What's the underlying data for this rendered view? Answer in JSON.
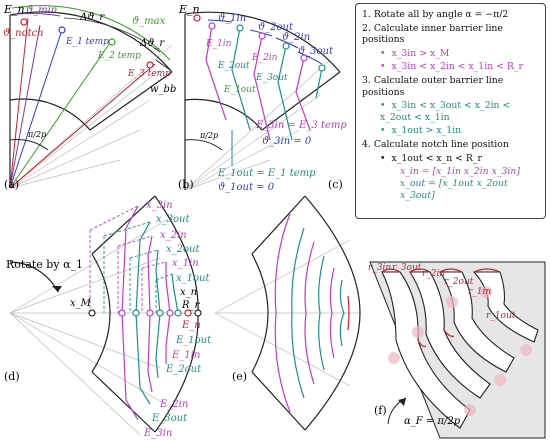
{
  "panels": {
    "a": {
      "label": "(a)",
      "annotations": [
        "E_n",
        "ϑ_min",
        "Δϑ_r",
        "ϑ_max",
        "Δϑ_r",
        "ϑ_notch",
        "E_1 temp",
        "E_2 temp",
        "E_3 temp",
        "w_bb",
        "π/2p"
      ]
    },
    "b": {
      "label": "(b)",
      "annotations": [
        "E_n",
        "ϑ_1in",
        "ϑ_2out",
        "ϑ_2in",
        "ϑ_3out",
        "E_1in",
        "E_2in",
        "E_2out",
        "E_3out",
        "E_1out",
        "π/2p"
      ]
    },
    "c": {
      "label": "(c)",
      "annotations": [
        "E_3in = E_3 temp",
        "ϑ_3in = 0",
        "E_1out = E_1 temp",
        "ϑ_1out = 0"
      ]
    },
    "d": {
      "label": "(d)",
      "rotate": "Rotate by α_1",
      "annotations": [
        "x_3in",
        "x_3out",
        "x_2in",
        "x_2out",
        "x_1in",
        "x_1out",
        "x_n",
        "R_r",
        "x_M",
        "E_n",
        "E_1out",
        "E_1in",
        "E_2out",
        "E_2in",
        "E_3out",
        "E_3in"
      ]
    },
    "e": {
      "label": "(e)"
    },
    "f": {
      "label": "(f)",
      "annotations": [
        "r_3in",
        "r_3out",
        "r_2in",
        "r_2out",
        "r_1in",
        "r_1out",
        "α_F = π/2p"
      ]
    }
  },
  "steps": [
    {
      "text": "1.  Rotate all by angle α = −π/2"
    },
    {
      "text": "2.  Calculate inner barrier line positions",
      "subs": [
        {
          "text": "x_3in > x_M"
        },
        {
          "text": "x_3in < x_2in < x_1in < R_r"
        }
      ]
    },
    {
      "text": "3.  Calculate outer barrier line positions",
      "subs": [
        {
          "text": "x_3in < x_3out < x_2in < x_2out < x_1in"
        },
        {
          "text": "x_1out > x_1in"
        }
      ]
    },
    {
      "text": "4.  Calculate notch line position",
      "subs": [
        {
          "text": "x_1out < x_n < R_r"
        }
      ]
    }
  ],
  "vectors": {
    "xin": "x_in = [x_1in   x_2in   x_3in]",
    "xout": "x_out = [x_1out   x_2out   x_3out]"
  },
  "colors": {
    "purple": "#c23ac8",
    "teal": "#1f8f8a",
    "green": "#3a9b2c",
    "red": "#c8202a",
    "blue": "#2f3bd6",
    "gray": "#e6e6e6"
  }
}
